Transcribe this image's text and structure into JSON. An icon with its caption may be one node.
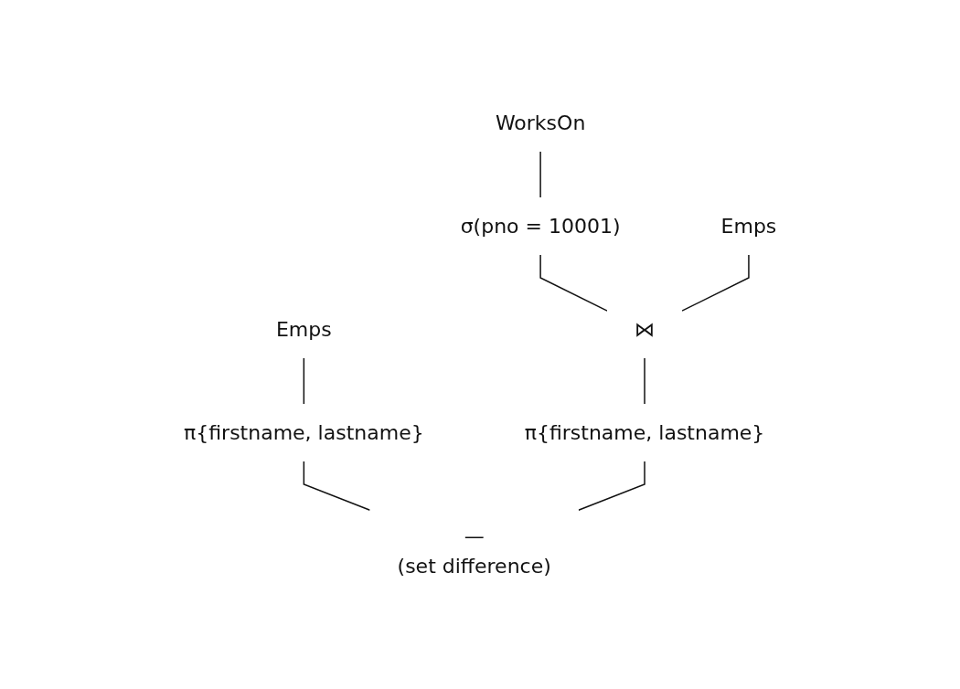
{
  "diagram": {
    "nodes": [
      {
        "text": [
          "WorksOn"
        ]
      },
      {
        "text": [
          "Emps"
        ]
      },
      {
        "text": [
          "Emps"
        ]
      },
      {
        "text": [
          "σ(pno = 10001)"
        ]
      },
      {
        "text": [
          "⋈"
        ]
      },
      {
        "text": [
          "π{firstname, lastname}"
        ]
      },
      {
        "text": [
          "π{firstname, lastname}"
        ]
      },
      {
        "text": [
          "—",
          "(set difference)"
        ]
      }
    ],
    "edges": [
      {
        "from": 0,
        "to": 3,
        "arrow": "none"
      },
      {
        "from": 3,
        "to": 4,
        "arrow": "none"
      },
      {
        "from": 1,
        "to": 4,
        "arrow": "none"
      },
      {
        "from": 4,
        "to": 6,
        "arrow": "none"
      },
      {
        "from": 2,
        "to": 5,
        "arrow": "none"
      },
      {
        "from": 5,
        "to": 7,
        "arrow": "none"
      },
      {
        "from": 6,
        "to": 7,
        "arrow": "none"
      }
    ]
  }
}
